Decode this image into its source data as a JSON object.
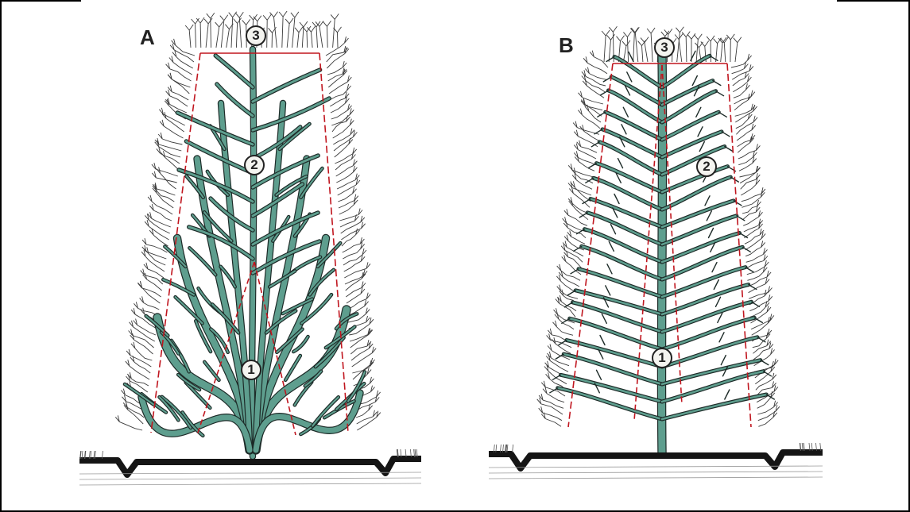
{
  "panels": [
    {
      "letter": "A",
      "markers": [
        "1",
        "2",
        "3"
      ]
    },
    {
      "letter": "B",
      "markers": [
        "1",
        "2",
        "3"
      ]
    }
  ],
  "colors": {
    "trunk": "#5e9e8e",
    "trunk_outline": "#1d2b28",
    "twig": "#3a3a3a",
    "guide_line": "#c0161f",
    "ground": "#151515"
  }
}
